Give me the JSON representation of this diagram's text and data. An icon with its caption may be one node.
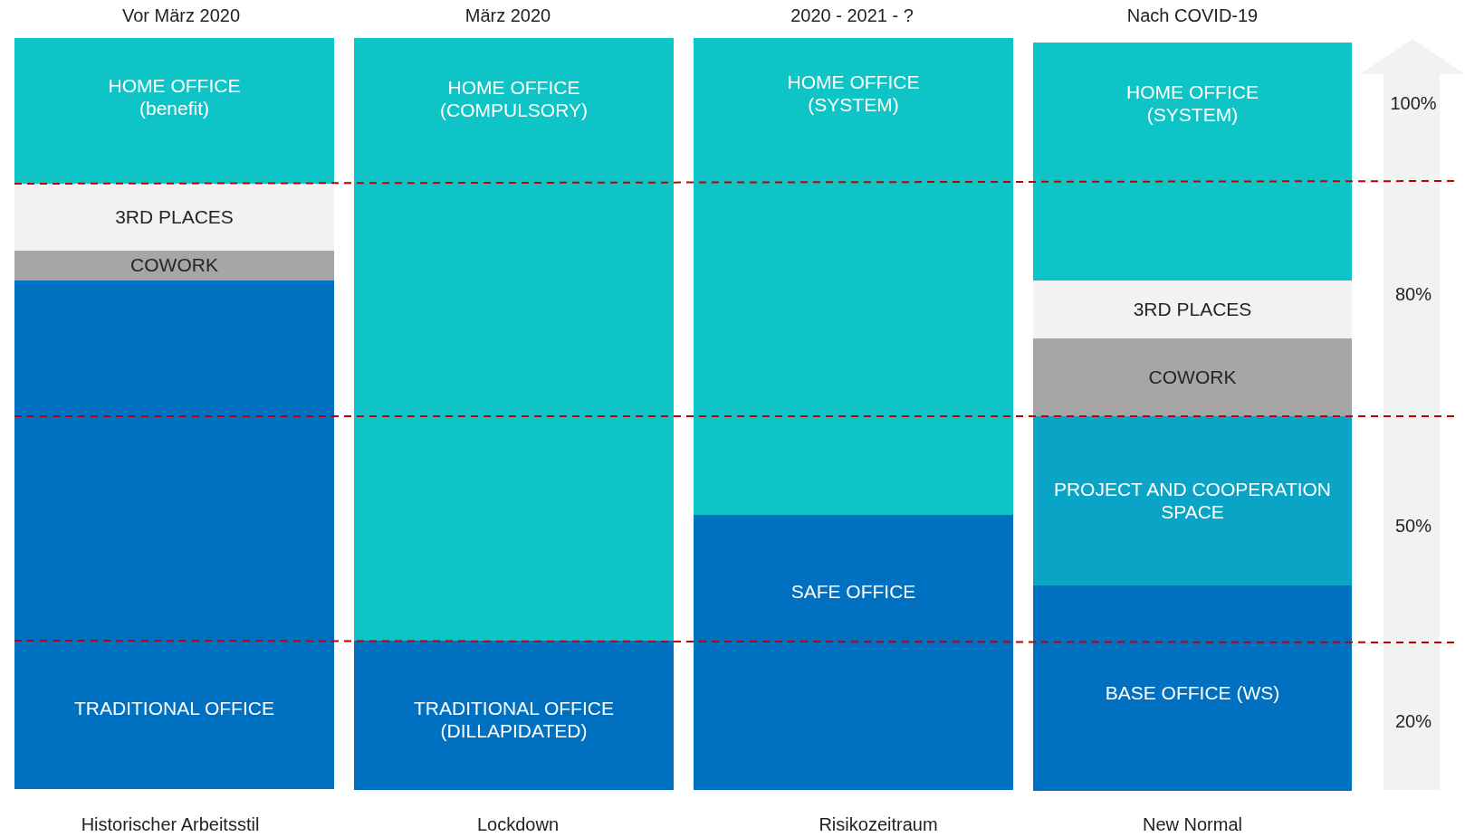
{
  "diagram": {
    "nodes": [
      {
        "text": [
          "HOME OFFICE (benefit)"
        ]
      },
      {
        "text": [
          "3RD PLACES"
        ]
      },
      {
        "text": [
          "COWORK"
        ]
      },
      {
        "text": [
          "TRADITIONAL OFFICE"
        ]
      },
      {
        "text": [
          "HOME OFFICE (COMPULSORY)"
        ]
      },
      {
        "text": [
          "TRADITIONAL OFFICE (DILLAPIDATED)"
        ]
      },
      {
        "text": [
          "HOME OFFICE (SYSTEM)"
        ]
      },
      {
        "text": [
          "SAFE OFFICE"
        ]
      },
      {
        "text": [
          "HOME OFFICE (SYSTEM)"
        ]
      },
      {
        "text": [
          "3RD PLACES"
        ]
      },
      {
        "text": [
          "COWORK"
        ]
      },
      {
        "text": [
          "PROJECT AND COOPERATION SPACE"
        ]
      },
      {
        "text": [
          "BASE OFFICE (WS)"
        ]
      }
    ],
    "labels": [
      "Vor März 2020",
      "März 2020",
      "2020 - 2021 - ?",
      "Nach COVID-19",
      "100%",
      "80%",
      "50%",
      "20%",
      "Historischer Arbeitsstil",
      "Lockdown",
      "Risikozeitraum",
      "New Normal"
    ]
  }
}
